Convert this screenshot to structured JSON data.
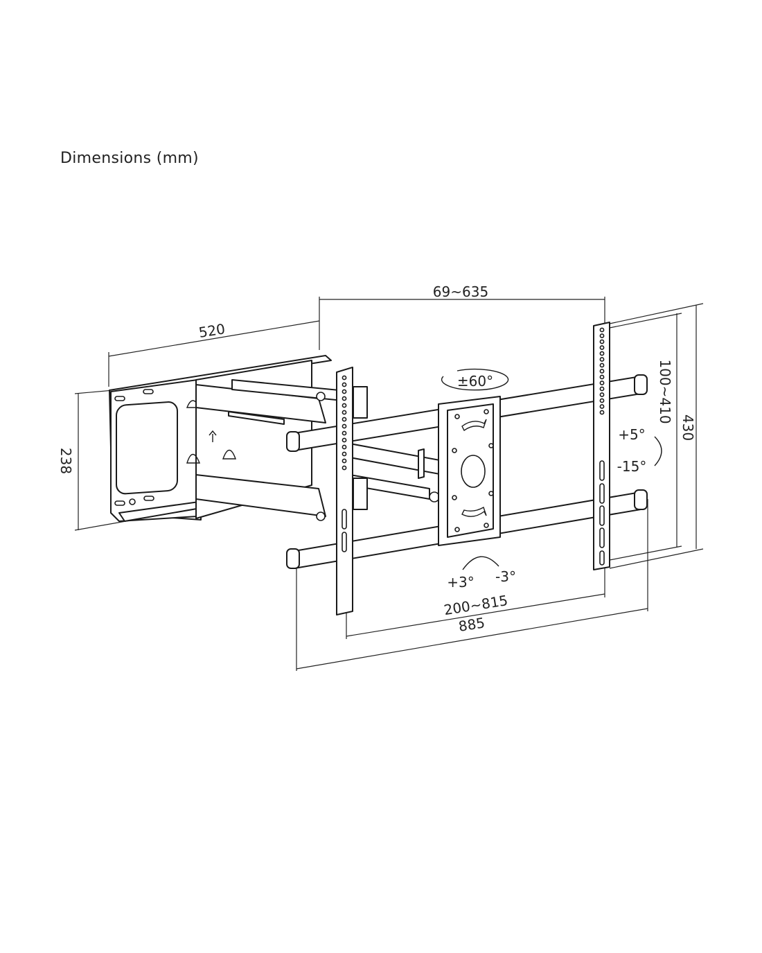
{
  "title": "Dimensions (mm)",
  "dimensions": {
    "wall_arm_depth": "520",
    "extension_range": "69~635",
    "wall_plate_height": "238",
    "overall_height": "430",
    "vertical_vesa_range": "100~410",
    "horizontal_vesa_range": "200~815",
    "overall_width": "885"
  },
  "angles": {
    "swivel": "±60°",
    "tilt_up": "+5°",
    "tilt_down": "-15°",
    "rotation_plus": "+3°",
    "rotation_minus": "-3°"
  }
}
